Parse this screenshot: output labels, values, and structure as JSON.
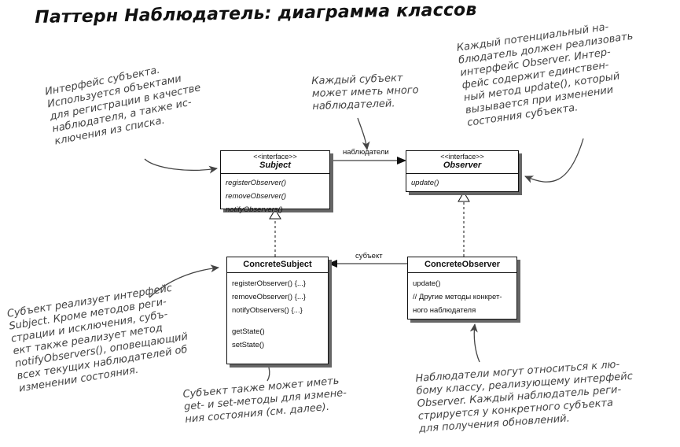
{
  "title": "Паттерн Наблюдатель: диаграмма классов",
  "classes": {
    "subject": {
      "stereotype": "<<interface>>",
      "name": "Subject",
      "methods": [
        "registerObserver()",
        "removeObserver()",
        "notifyObservers()"
      ]
    },
    "observer": {
      "stereotype": "<<interface>>",
      "name": "Observer",
      "methods": [
        "update()"
      ]
    },
    "concrete_subject": {
      "name": "ConcreteSubject",
      "methods": [
        "registerObserver() {...}",
        "removeObserver() {...}",
        "notifyObservers() {...}",
        "getState()",
        "setState()"
      ]
    },
    "concrete_observer": {
      "name": "ConcreteObserver",
      "methods": [
        "update()",
        "// Другие методы конкрет-",
        "ного наблюдателя"
      ]
    }
  },
  "associations": {
    "observers_label": "наблюдатели",
    "subject_label": "субъект"
  },
  "notes": {
    "subject_interface": "Интерфейс субъекта.\nИспользуется объектами\nдля регистрации в качестве\nнаблюдателя, а также ис-\nключения из списка.",
    "many_observers": "Каждый субъект\nможет иметь много\nнаблюдателей.",
    "observer_interface": "Каждый потенциальный на-\nблюдатель должен реализовать\nинтерфейс Observer. Интер-\nфейс содержит единствен-\nный метод update(), который\nвызывается при изменении\nсостояния субъекта.",
    "concrete_subject": "Субъект реализует интерфейс\nSubject. Кроме методов реги-\nстрации и исключения, субъ-\nект также реализует метод\nnotifyObservers(), оповещающий\nвсех текущих наблюдателей об\nизменении состояния.",
    "get_set": "Субъект также может иметь\nget- и set-методы для измене-\nния состояния (см. далее).",
    "concrete_observers": "Наблюдатели могут относиться к лю-\nбому классу, реализующему интерфейс\nObserver. Каждый наблюдатель реги-\nстрируется у конкретного субъекта\nдля получения обновлений."
  }
}
